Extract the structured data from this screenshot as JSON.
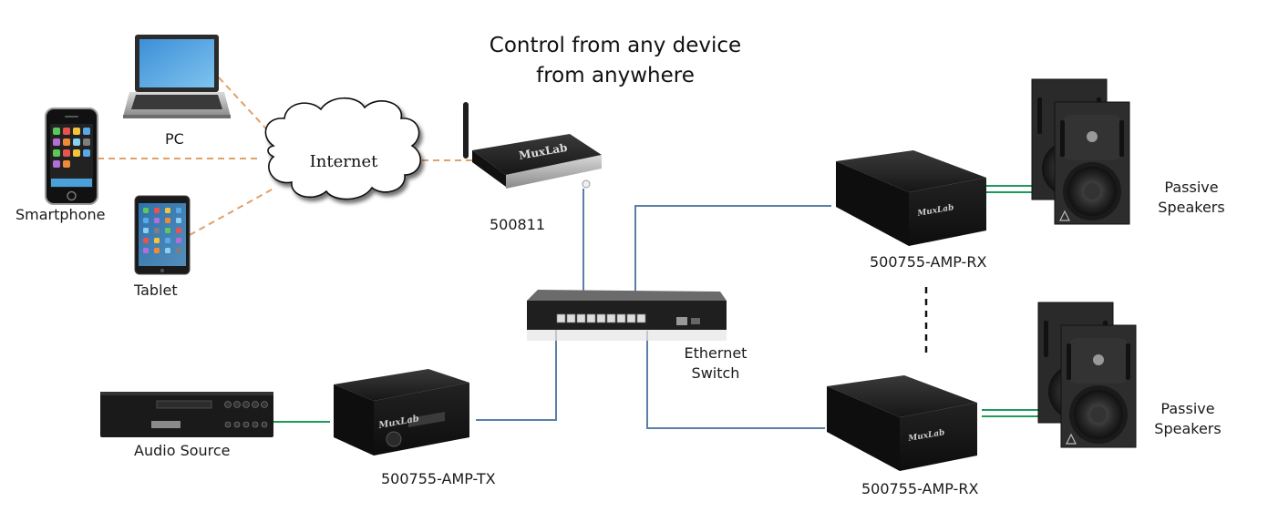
{
  "title": {
    "line1": "Control from any device",
    "line2": "from anywhere"
  },
  "colors": {
    "internet_link": "#e0a06a",
    "ethernet_link": "#5b7fa6",
    "audio_link": "#1f9a5a",
    "device_body": "#1c1c1c"
  },
  "devices": {
    "pc": {
      "label": "PC",
      "icon": "laptop-icon"
    },
    "smartphone": {
      "label": "Smartphone",
      "icon": "smartphone-icon"
    },
    "tablet": {
      "label": "Tablet",
      "icon": "tablet-icon"
    },
    "internet": {
      "label": "Internet",
      "icon": "cloud-icon"
    },
    "controller": {
      "label": "500811",
      "brand": "MuxLab",
      "icon": "network-controller-icon"
    },
    "switch": {
      "label_line1": "Ethernet",
      "label_line2": "Switch",
      "icon": "ethernet-switch-icon"
    },
    "audio_source": {
      "label": "Audio Source",
      "icon": "audio-player-icon"
    },
    "tx": {
      "label": "500755-AMP-TX",
      "brand": "MuxLab",
      "icon": "transmitter-icon"
    },
    "rx1": {
      "label": "500755-AMP-RX",
      "brand": "MuxLab",
      "icon": "receiver-icon"
    },
    "rx2": {
      "label": "500755-AMP-RX",
      "brand": "MuxLab",
      "icon": "receiver-icon"
    },
    "speakers1": {
      "label_line1": "Passive",
      "label_line2": "Speakers",
      "icon": "speaker-icon"
    },
    "speakers2": {
      "label_line1": "Passive",
      "label_line2": "Speakers",
      "icon": "speaker-icon"
    }
  },
  "connections": [
    {
      "from": "pc",
      "to": "internet",
      "type": "internet"
    },
    {
      "from": "smartphone",
      "to": "internet",
      "type": "internet"
    },
    {
      "from": "tablet",
      "to": "internet",
      "type": "internet"
    },
    {
      "from": "internet",
      "to": "controller",
      "type": "internet"
    },
    {
      "from": "controller",
      "to": "switch",
      "type": "ethernet"
    },
    {
      "from": "switch",
      "to": "rx1",
      "type": "ethernet"
    },
    {
      "from": "switch",
      "to": "rx2",
      "type": "ethernet"
    },
    {
      "from": "switch",
      "to": "tx",
      "type": "ethernet"
    },
    {
      "from": "audio_source",
      "to": "tx",
      "type": "audio"
    },
    {
      "from": "rx1",
      "to": "speakers1",
      "type": "speaker"
    },
    {
      "from": "rx2",
      "to": "speakers2",
      "type": "speaker"
    }
  ]
}
